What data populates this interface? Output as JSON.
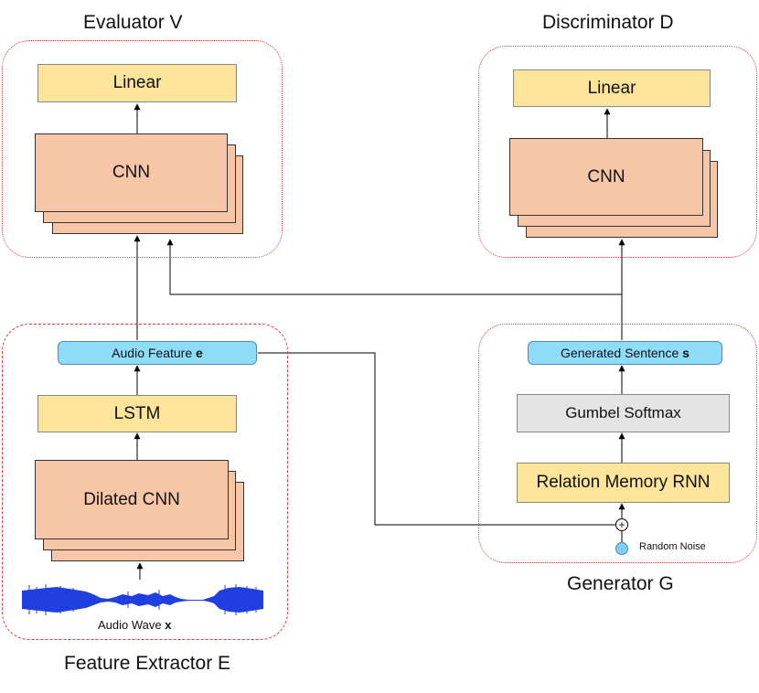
{
  "titles": {
    "evaluator": "Evaluator V",
    "discriminator": "Discriminator D",
    "feature_extractor": "Feature Extractor E",
    "generator": "Generator G"
  },
  "evaluator": {
    "linear": "Linear",
    "cnn": "CNN"
  },
  "discriminator": {
    "linear": "Linear",
    "cnn": "CNN"
  },
  "feature_extractor": {
    "feature_label": "Audio Feature ",
    "feature_symbol": "e",
    "lstm": "LSTM",
    "dilated_cnn": "Dilated CNN",
    "wave_label": "Audio Wave ",
    "wave_symbol": "x"
  },
  "generator": {
    "sentence_label": "Generated Sentence ",
    "sentence_symbol": "s",
    "gumbel": "Gumbel Softmax",
    "rnn": "Relation Memory RNN",
    "plus": "+",
    "noise": "Random Noise"
  },
  "colors": {
    "linear_fill": "#fde49b",
    "cnn_fill": "#f7c6a6",
    "pill_fill": "#8edcf8",
    "gumbel_fill": "#e4e4e4",
    "group_border": "#e23b3b",
    "wave": "#1f3fe0",
    "noise_dot": "#7fd0f0"
  }
}
